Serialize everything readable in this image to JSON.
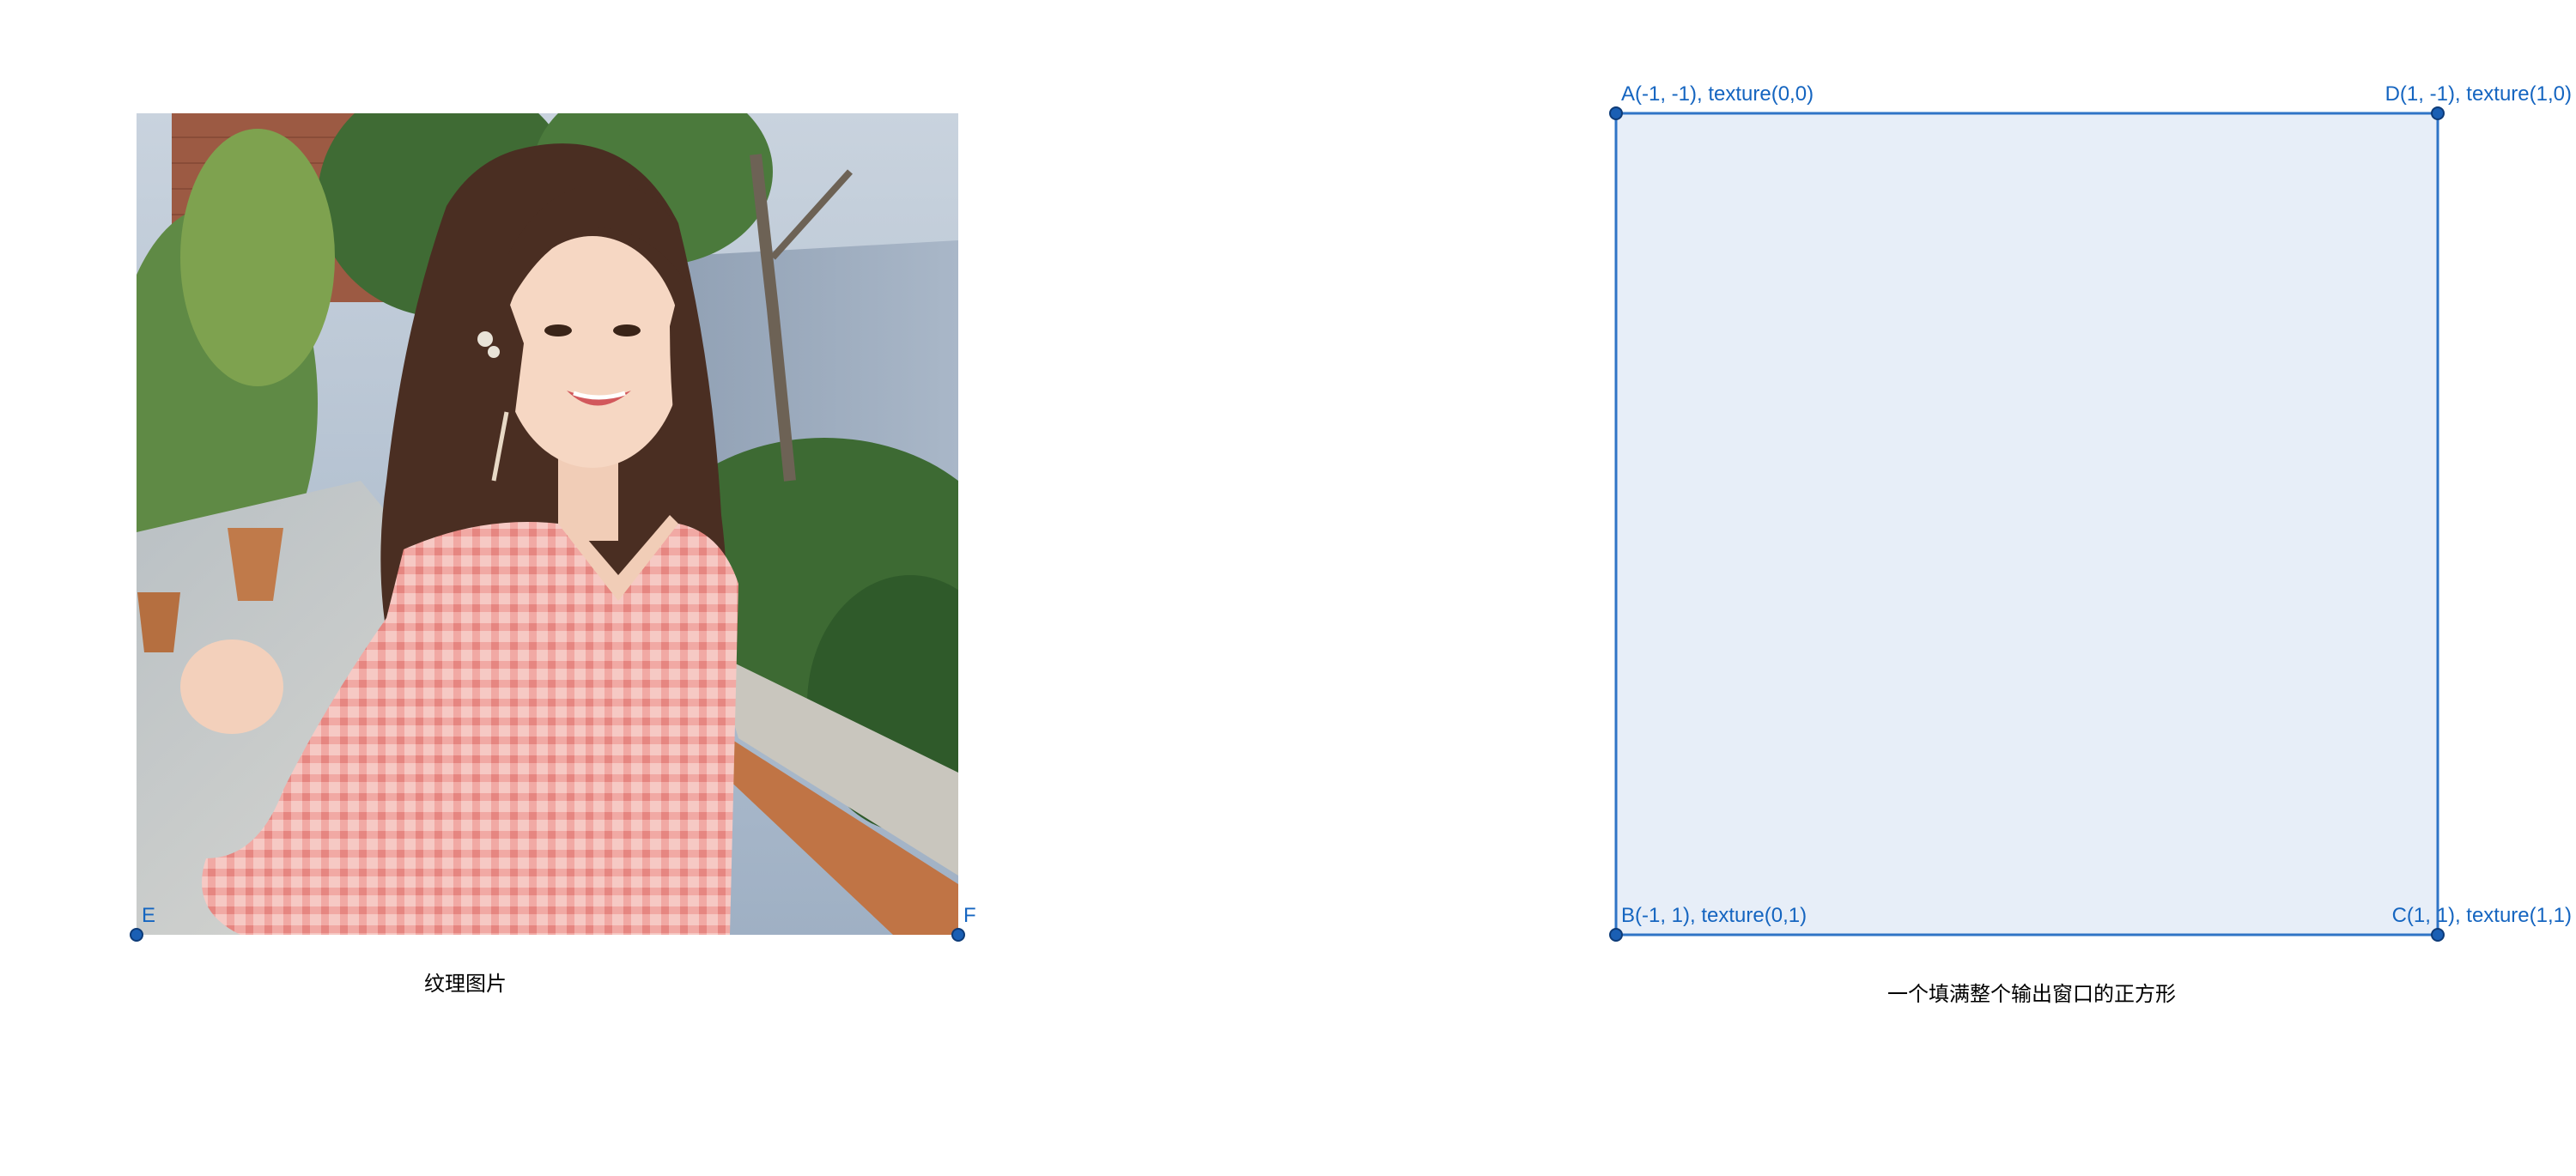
{
  "colors": {
    "accent": "#1565c0",
    "square_fill": "#e7eef8",
    "square_stroke": "#2f74c6",
    "point_fill": "#1a5fb4",
    "point_stroke": "#0d3b78"
  },
  "texture_panel": {
    "caption": "纹理图片",
    "points": [
      {
        "id": "E",
        "label": "E"
      },
      {
        "id": "F",
        "label": "F"
      }
    ]
  },
  "output_panel": {
    "caption": "一个填满整个输出窗口的正方形",
    "points": [
      {
        "id": "A",
        "label": "A(-1, -1), texture(0,0)"
      },
      {
        "id": "D",
        "label": "D(1, -1), texture(1,0)"
      },
      {
        "id": "B",
        "label": "B(-1, 1), texture(0,1)"
      },
      {
        "id": "C",
        "label": "C(1, 1), texture(1,1)"
      }
    ]
  }
}
